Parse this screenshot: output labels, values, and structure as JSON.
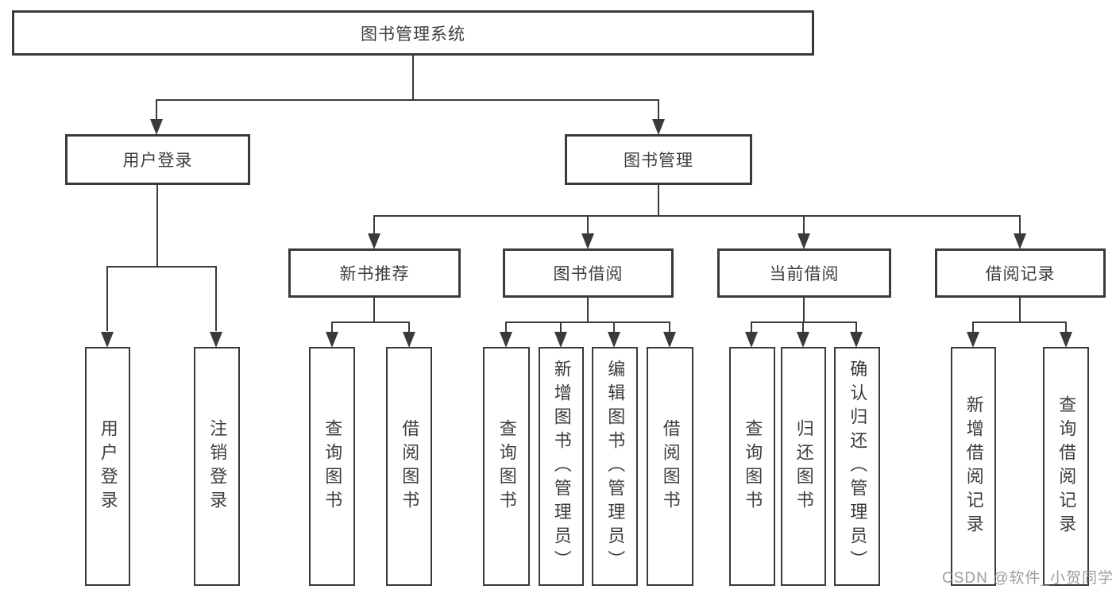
{
  "diagram": {
    "root": {
      "label": "图书管理系统"
    },
    "level2": [
      {
        "label": "用户登录"
      },
      {
        "label": "图书管理"
      }
    ],
    "level3": [
      {
        "label": "新书推荐"
      },
      {
        "label": "图书借阅"
      },
      {
        "label": "当前借阅"
      },
      {
        "label": "借阅记录"
      }
    ],
    "leaves": {
      "user_login": [
        "用户登录",
        "注销登录"
      ],
      "new_book": [
        "查询图书",
        "借阅图书"
      ],
      "book_borrow": [
        "查询图书",
        "新增图书（管理员）",
        "编辑图书（管理员）",
        "借阅图书"
      ],
      "current_borrow": [
        "查询图书",
        "归还图书",
        "确认归还（管理员）"
      ],
      "borrow_records": [
        "新增借阅记录",
        "查询借阅记录"
      ]
    }
  },
  "watermark": {
    "text": "CSDN @软件_小贺同学"
  },
  "colors": {
    "line": "#3a3a3a",
    "text": "#3d3d3d",
    "watermark": "#919191",
    "background": "#ffffff"
  }
}
